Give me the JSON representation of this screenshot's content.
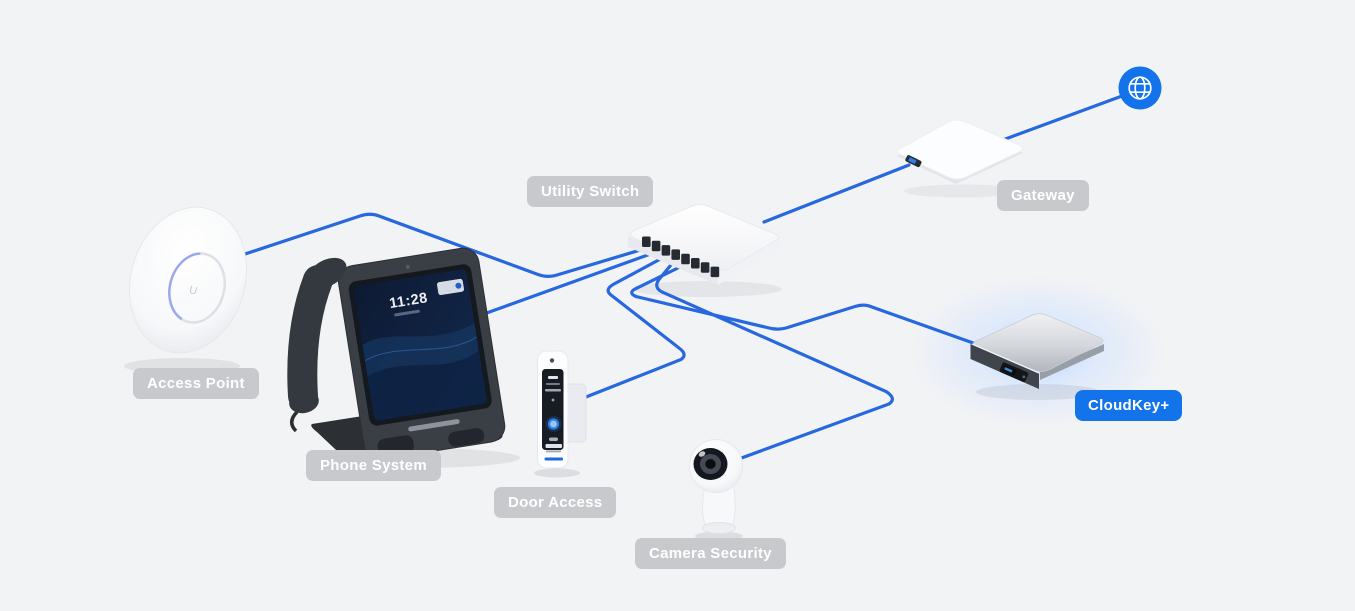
{
  "diagram": {
    "title_hint": "UniFi network topology illustration",
    "nodes": [
      {
        "id": "internet",
        "icon": "globe-icon"
      },
      {
        "id": "gateway",
        "label": "Gateway",
        "label_style": "gray"
      },
      {
        "id": "utility-switch",
        "label": "Utility Switch",
        "label_style": "gray"
      },
      {
        "id": "access-point",
        "label": "Access Point",
        "label_style": "gray",
        "logo": "U"
      },
      {
        "id": "phone-system",
        "label": "Phone System",
        "label_style": "gray",
        "screen_clock": "11:28"
      },
      {
        "id": "door-access",
        "label": "Door Access",
        "label_style": "gray"
      },
      {
        "id": "camera-security",
        "label": "Camera Security",
        "label_style": "gray"
      },
      {
        "id": "cloudkey-plus",
        "label": "CloudKey+",
        "label_style": "blue",
        "highlighted": true
      }
    ],
    "connections": [
      [
        "internet",
        "gateway"
      ],
      [
        "gateway",
        "utility-switch"
      ],
      [
        "utility-switch",
        "access-point"
      ],
      [
        "utility-switch",
        "phone-system"
      ],
      [
        "utility-switch",
        "door-access"
      ],
      [
        "utility-switch",
        "camera-security"
      ],
      [
        "utility-switch",
        "cloudkey-plus"
      ]
    ],
    "colors": {
      "wire": "#2767df",
      "accent_blue": "#1273eb",
      "label_gray": "#c8c9cd",
      "background": "#f2f3f5"
    }
  }
}
